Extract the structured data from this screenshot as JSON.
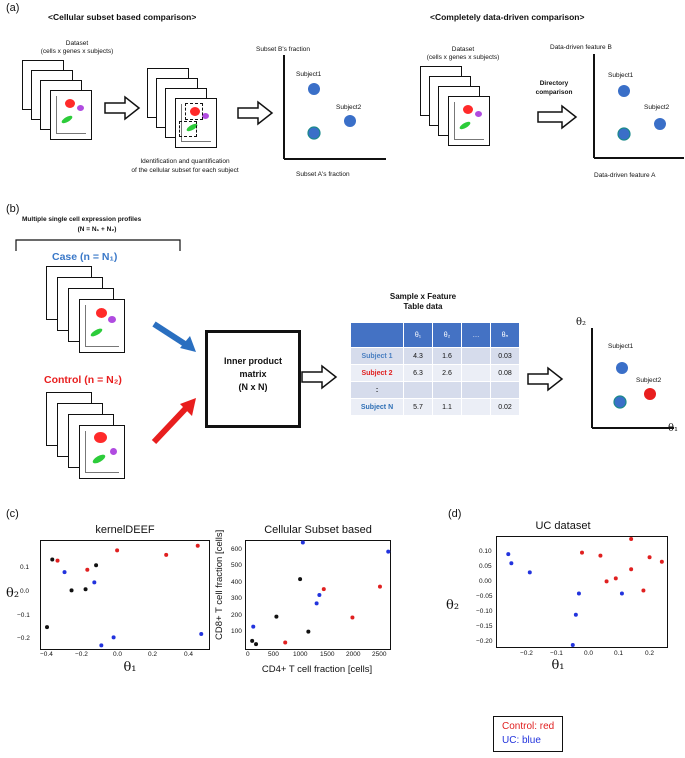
{
  "panel_a": {
    "letter": "(a)",
    "left_heading": "<Cellular subset based comparison>",
    "right_heading": "<Completely data-driven comparison>",
    "dataset_label_1": "Dataset",
    "dataset_label_2": "(cells x genes x subjects)",
    "identification_1": "Identification and quantification",
    "identification_2": "of the cellular subset for each subject",
    "left_plot": {
      "ylabel": "Subset B's fraction",
      "xlabel": "Subset A's fraction",
      "subject1": "Subject1",
      "subject2": "Subject2"
    },
    "directory_1": "Directory",
    "directory_2": "comparison",
    "right_plot": {
      "ylabel": "Data-driven feature B",
      "xlabel": "Data-driven feature A",
      "subject1": "Subject1",
      "subject2": "Subject2"
    }
  },
  "panel_b": {
    "letter": "(b)",
    "profiles_title_1": "Multiple single cell expression profiles",
    "profiles_title_2": "(N = N₁ + N₂)",
    "case_label": "Case (n = N₁)",
    "control_label": "Control (n = N₂)",
    "inner_product_1": "Inner product",
    "inner_product_2": "matrix",
    "inner_product_3": "(N x N)",
    "table_title_1": "Sample x Feature",
    "table_title_2": "Table data",
    "table_headers": [
      "",
      "θ₁",
      "θ₂",
      "…",
      "θₙ"
    ],
    "table_rows": [
      {
        "name": "Subject 1",
        "color": "#4a7fc1",
        "cells": [
          "4.3",
          "1.6",
          "",
          "0.03"
        ]
      },
      {
        "name": "Subject 2",
        "color": "#e02020",
        "cells": [
          "6.3",
          "2.6",
          "",
          "0.08"
        ]
      },
      {
        "name": ":",
        "color": "#222222",
        "cells": [
          "",
          "",
          "",
          ""
        ]
      },
      {
        "name": "Subject N",
        "color": "#2e6fb5",
        "cells": [
          "5.7",
          "1.1",
          "",
          "0.02"
        ]
      }
    ],
    "theta_plot": {
      "ylabel": "θ₂",
      "xlabel": "θ₁",
      "subject1": "Subject1",
      "subject2": "Subject2"
    },
    "colors": {
      "case_blue": "#3a78c8",
      "control_red": "#e81e1e",
      "header_blue": "#4472c4",
      "row_light": "#d6dcec"
    }
  },
  "panel_c": {
    "letter": "(c)",
    "plot1": {
      "title": "kernelDEEF",
      "xlabel": "θ₁",
      "ylabel": "θ₂",
      "xticks": [
        "−0.4",
        "−0.2",
        "0.0",
        "0.2",
        "0.4"
      ],
      "yticks": [
        "0.1",
        "0.0",
        "−0.1",
        "−0.2"
      ]
    },
    "plot2": {
      "title": "Cellular Subset based",
      "xlabel": "CD4+ T cell fraction [cells]",
      "ylabel": "CD8+ T cell fraction [cells]",
      "xticks": [
        "0",
        "500",
        "1000",
        "1500",
        "2000",
        "2500"
      ],
      "yticks": [
        "100",
        "200",
        "300",
        "400",
        "500",
        "600"
      ]
    }
  },
  "panel_d": {
    "letter": "(d)",
    "title": "UC dataset",
    "xlabel": "θ₁",
    "ylabel": "θ₂",
    "xticks": [
      "−0.2",
      "−0.1",
      "0.0",
      "0.1",
      "0.2"
    ],
    "yticks": [
      "0.10",
      "0.05",
      "0.00",
      "−0.05",
      "−0.10",
      "−0.15",
      "−0.20"
    ],
    "legend_control": "Control: red",
    "legend_uc": "UC: blue"
  },
  "chart_data": [
    {
      "type": "scatter",
      "title": "kernelDEEF",
      "xlabel": "θ₁",
      "ylabel": "θ₂",
      "xlim": [
        -0.42,
        0.55
      ],
      "ylim": [
        -0.28,
        0.2
      ],
      "series": [
        {
          "name": "red",
          "color": "#e02020",
          "points": [
            [
              -0.32,
              0.11
            ],
            [
              0.02,
              0.155
            ],
            [
              0.3,
              0.135
            ],
            [
              0.48,
              0.175
            ],
            [
              -0.15,
              0.07
            ]
          ]
        },
        {
          "name": "blue",
          "color": "#2233dd",
          "points": [
            [
              -0.28,
              0.06
            ],
            [
              -0.11,
              0.015
            ],
            [
              -0.07,
              -0.26
            ],
            [
              0.0,
              -0.225
            ],
            [
              0.5,
              -0.21
            ]
          ]
        },
        {
          "name": "black",
          "color": "#111111",
          "points": [
            [
              -0.35,
              0.115
            ],
            [
              -0.1,
              0.09
            ],
            [
              -0.24,
              -0.02
            ],
            [
              -0.16,
              -0.015
            ],
            [
              -0.38,
              -0.18
            ]
          ]
        }
      ]
    },
    {
      "type": "scatter",
      "title": "Cellular Subset based",
      "xlabel": "CD4+ T cell fraction [cells]",
      "ylabel": "CD8+ T cell fraction [cells]",
      "xlim": [
        -50,
        2600
      ],
      "ylim": [
        0,
        660
      ],
      "series": [
        {
          "name": "red",
          "color": "#e02020",
          "points": [
            [
              680,
              45
            ],
            [
              1380,
              365
            ],
            [
              1900,
              195
            ],
            [
              2400,
              380
            ]
          ]
        },
        {
          "name": "blue",
          "color": "#2233dd",
          "points": [
            [
              100,
              140
            ],
            [
              1000,
              645
            ],
            [
              1250,
              280
            ],
            [
              1300,
              330
            ],
            [
              2550,
              590
            ]
          ]
        },
        {
          "name": "black",
          "color": "#111111",
          "points": [
            [
              80,
              55
            ],
            [
              150,
              35
            ],
            [
              520,
              200
            ],
            [
              950,
              425
            ],
            [
              1100,
              110
            ]
          ]
        }
      ]
    },
    {
      "type": "scatter",
      "title": "UC dataset",
      "xlabel": "θ₁",
      "ylabel": "θ₂",
      "xlim": [
        -0.3,
        0.26
      ],
      "ylim": [
        -0.23,
        0.14
      ],
      "series": [
        {
          "name": "Control: red",
          "color": "#e02020",
          "points": [
            [
              -0.02,
              0.085
            ],
            [
              0.04,
              0.075
            ],
            [
              0.14,
              0.13
            ],
            [
              0.2,
              0.07
            ],
            [
              0.24,
              0.055
            ],
            [
              0.14,
              0.03
            ],
            [
              0.09,
              0.0
            ],
            [
              0.06,
              -0.01
            ],
            [
              0.18,
              -0.04
            ]
          ]
        },
        {
          "name": "UC: blue",
          "color": "#2233dd",
          "points": [
            [
              -0.26,
              0.08
            ],
            [
              -0.25,
              0.05
            ],
            [
              -0.19,
              0.02
            ],
            [
              -0.03,
              -0.05
            ],
            [
              0.11,
              -0.05
            ],
            [
              -0.04,
              -0.12
            ],
            [
              -0.05,
              -0.22
            ]
          ]
        }
      ]
    }
  ]
}
